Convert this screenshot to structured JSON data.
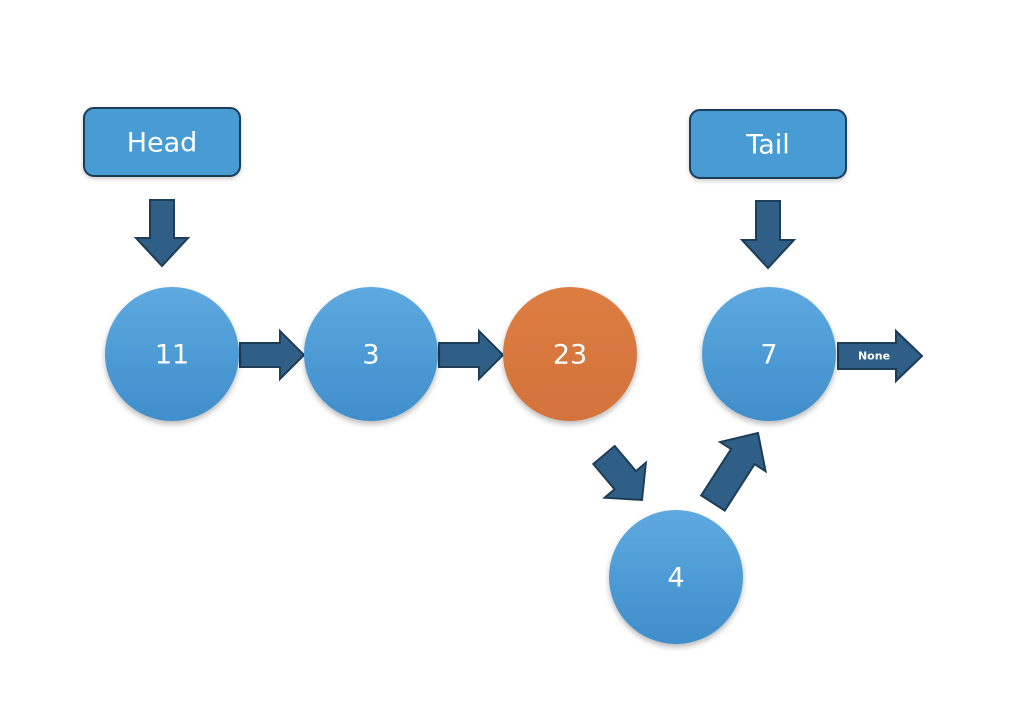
{
  "pointers": {
    "head": {
      "label": "Head"
    },
    "tail": {
      "label": "Tail"
    }
  },
  "nodes": [
    {
      "id": "node-11",
      "value": "11",
      "fill": "#4a9bd4",
      "highlighted": false
    },
    {
      "id": "node-3",
      "value": "3",
      "fill": "#4a9bd4",
      "highlighted": false
    },
    {
      "id": "node-23",
      "value": "23",
      "fill": "#d97941",
      "highlighted": true
    },
    {
      "id": "node-7",
      "value": "7",
      "fill": "#4a9bd4",
      "highlighted": false
    },
    {
      "id": "node-4",
      "value": "4",
      "fill": "#4a9bd4",
      "highlighted": false
    }
  ],
  "links": [
    {
      "from": "Head",
      "to": "11"
    },
    {
      "from": "Tail",
      "to": "7"
    },
    {
      "from": "11",
      "to": "3"
    },
    {
      "from": "3",
      "to": "23"
    },
    {
      "from": "23",
      "to": "4"
    },
    {
      "from": "4",
      "to": "7"
    },
    {
      "from": "7",
      "to": "None"
    }
  ],
  "terminal": {
    "label": "None"
  },
  "colors": {
    "node_blue": "#4a9bd4",
    "node_highlight": "#d97941",
    "pointer_box": "#4a9bd4",
    "arrow": "#2f5f86",
    "arrow_outline": "#1e3d57",
    "text": "#ffffff"
  }
}
